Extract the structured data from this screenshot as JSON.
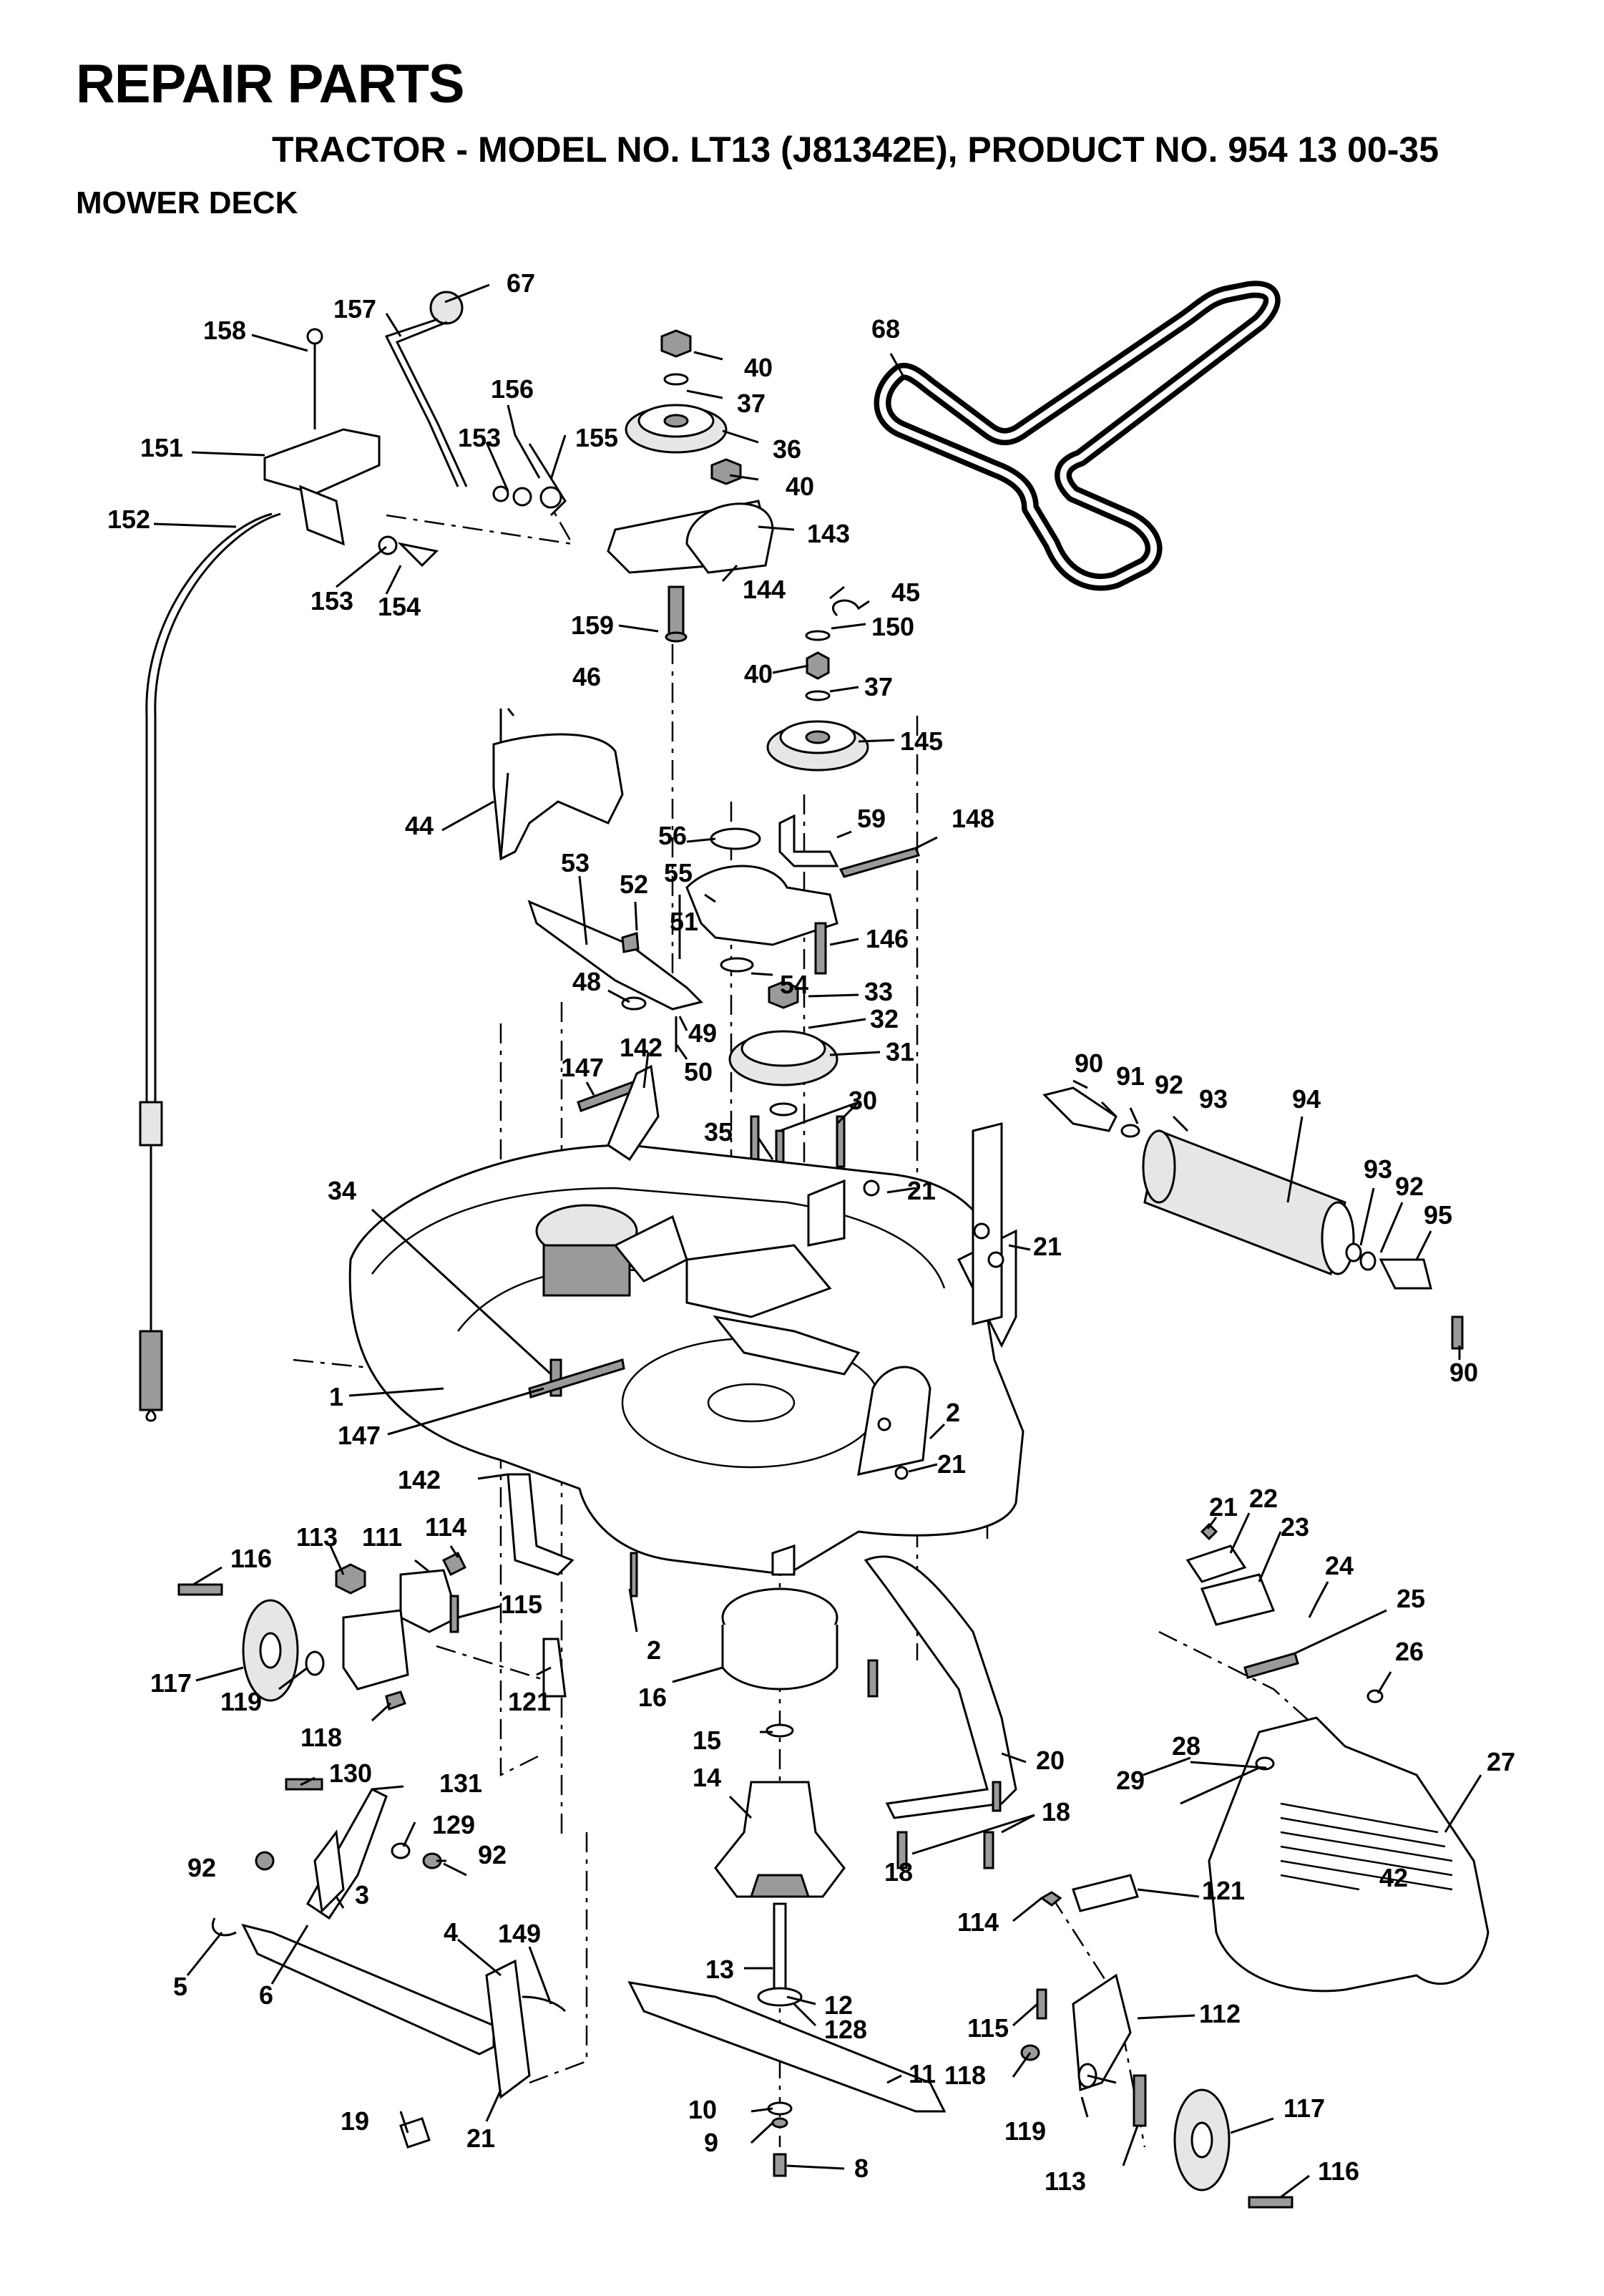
{
  "header": {
    "title": "REPAIR PARTS",
    "subtitle": "TRACTOR - MODEL NO. LT13 (J81342E), PRODUCT NO. 954 13 00-35",
    "section": "MOWER DECK"
  },
  "deck_emblem": "42",
  "callouts": {
    "c67": "67",
    "c157": "157",
    "c158": "158",
    "c151": "151",
    "c152": "152",
    "c153a": "153",
    "c156": "156",
    "c155": "155",
    "c153b": "153",
    "c154": "154",
    "c40a": "40",
    "c37a": "37",
    "c36": "36",
    "c40b": "40",
    "c143": "143",
    "c144": "144",
    "c159": "159",
    "c68": "68",
    "c45": "45",
    "c150": "150",
    "c40c": "40",
    "c37b": "37",
    "c145": "145",
    "c46": "46",
    "c44": "44",
    "c56": "56",
    "c59": "59",
    "c148": "148",
    "c53": "53",
    "c52": "52",
    "c55": "55",
    "c51": "51",
    "c146": "146",
    "c54": "54",
    "c33": "33",
    "c48": "48",
    "c32": "32",
    "c49": "49",
    "c50": "50",
    "c31": "31",
    "c147a": "147",
    "c142a": "142",
    "c30": "30",
    "c35": "35",
    "c21a": "21",
    "c34": "34",
    "c21b": "21",
    "c90a": "90",
    "c91": "91",
    "c92a": "92",
    "c93a": "93",
    "c94": "94",
    "c93b": "93",
    "c92b": "92",
    "c95": "95",
    "c90b": "90",
    "c1": "1",
    "c147b": "147",
    "c2a": "2",
    "c21c": "21",
    "c142b": "142",
    "c113a": "113",
    "c111": "111",
    "c114a": "114",
    "c116a": "116",
    "c115a": "115",
    "c2b": "2",
    "c117a": "117",
    "c119a": "119",
    "c121a": "121",
    "c16": "16",
    "c118a": "118",
    "c21d": "21",
    "c22": "22",
    "c23": "23",
    "c24": "24",
    "c25": "25",
    "c26": "26",
    "c15": "15",
    "c14": "14",
    "c130": "130",
    "c131": "131",
    "c129": "129",
    "c92c": "92",
    "c92d": "92",
    "c3": "3",
    "c20": "20",
    "c18a": "18",
    "c18b": "18",
    "c28": "28",
    "c29": "29",
    "c27": "27",
    "c5": "5",
    "c6": "6",
    "c4": "4",
    "c149": "149",
    "c114b": "114",
    "c121b": "121",
    "c13": "13",
    "c12": "12",
    "c128": "128",
    "c115b": "115",
    "c112": "112",
    "c118b": "118",
    "c11": "11",
    "c19": "19",
    "c21e": "21",
    "c10": "10",
    "c119b": "119",
    "c117b": "117",
    "c9": "9",
    "c8": "8",
    "c113b": "113",
    "c116b": "116"
  }
}
